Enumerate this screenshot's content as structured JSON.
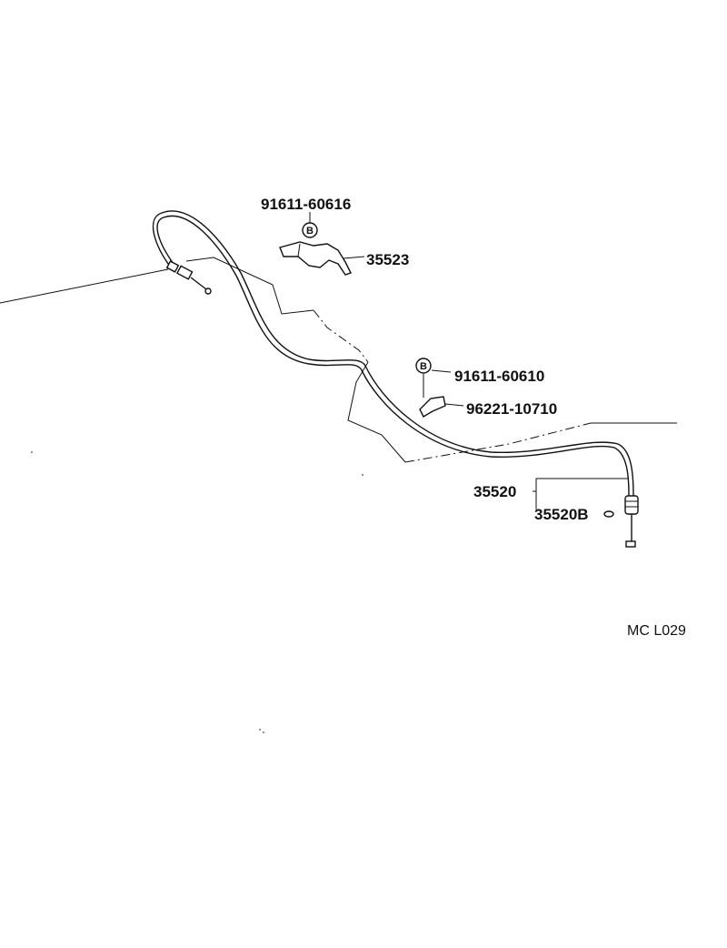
{
  "diagram": {
    "figure_code": "MC L029",
    "parts": {
      "bolt_upper": "91611-60616",
      "bracket": "35523",
      "bolt_lower": "91611-60610",
      "clamp": "96221-10710",
      "cable_assembly": "35520",
      "cable_sub": "35520B"
    },
    "bolt_symbol": "B"
  }
}
